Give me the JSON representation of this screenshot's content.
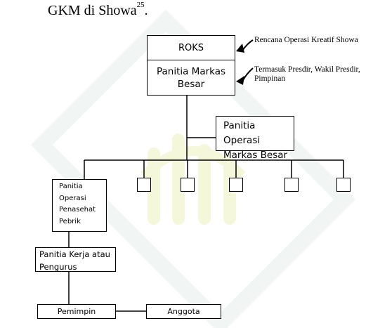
{
  "heading": {
    "text": "GKM di Showa",
    "footnote": "25",
    "period": "."
  },
  "nodes": {
    "roks": "ROKS",
    "hq_committee": [
      "Panitia Markas",
      "Besar"
    ],
    "operations_hq": [
      "Panitia Operasi",
      "Markas Besar"
    ],
    "factory_advisory": [
      "Panitia",
      "Operasi",
      "Penasehat",
      "Pebrik"
    ],
    "work_committee": [
      "Panitia Kerja atau",
      "Pengurus"
    ],
    "leader": "Pemimpin",
    "member": "Anggota"
  },
  "notes": {
    "roks_note": "Rencana Operasi Kreatif Showa",
    "hq_note": [
      "Termasuk Presdir, Wakil Presdir,",
      "Pimpinan"
    ]
  },
  "colors": {
    "line": "#000000",
    "watermark": "#f3f6d2",
    "watermark_teal": "#e9f1ef"
  }
}
